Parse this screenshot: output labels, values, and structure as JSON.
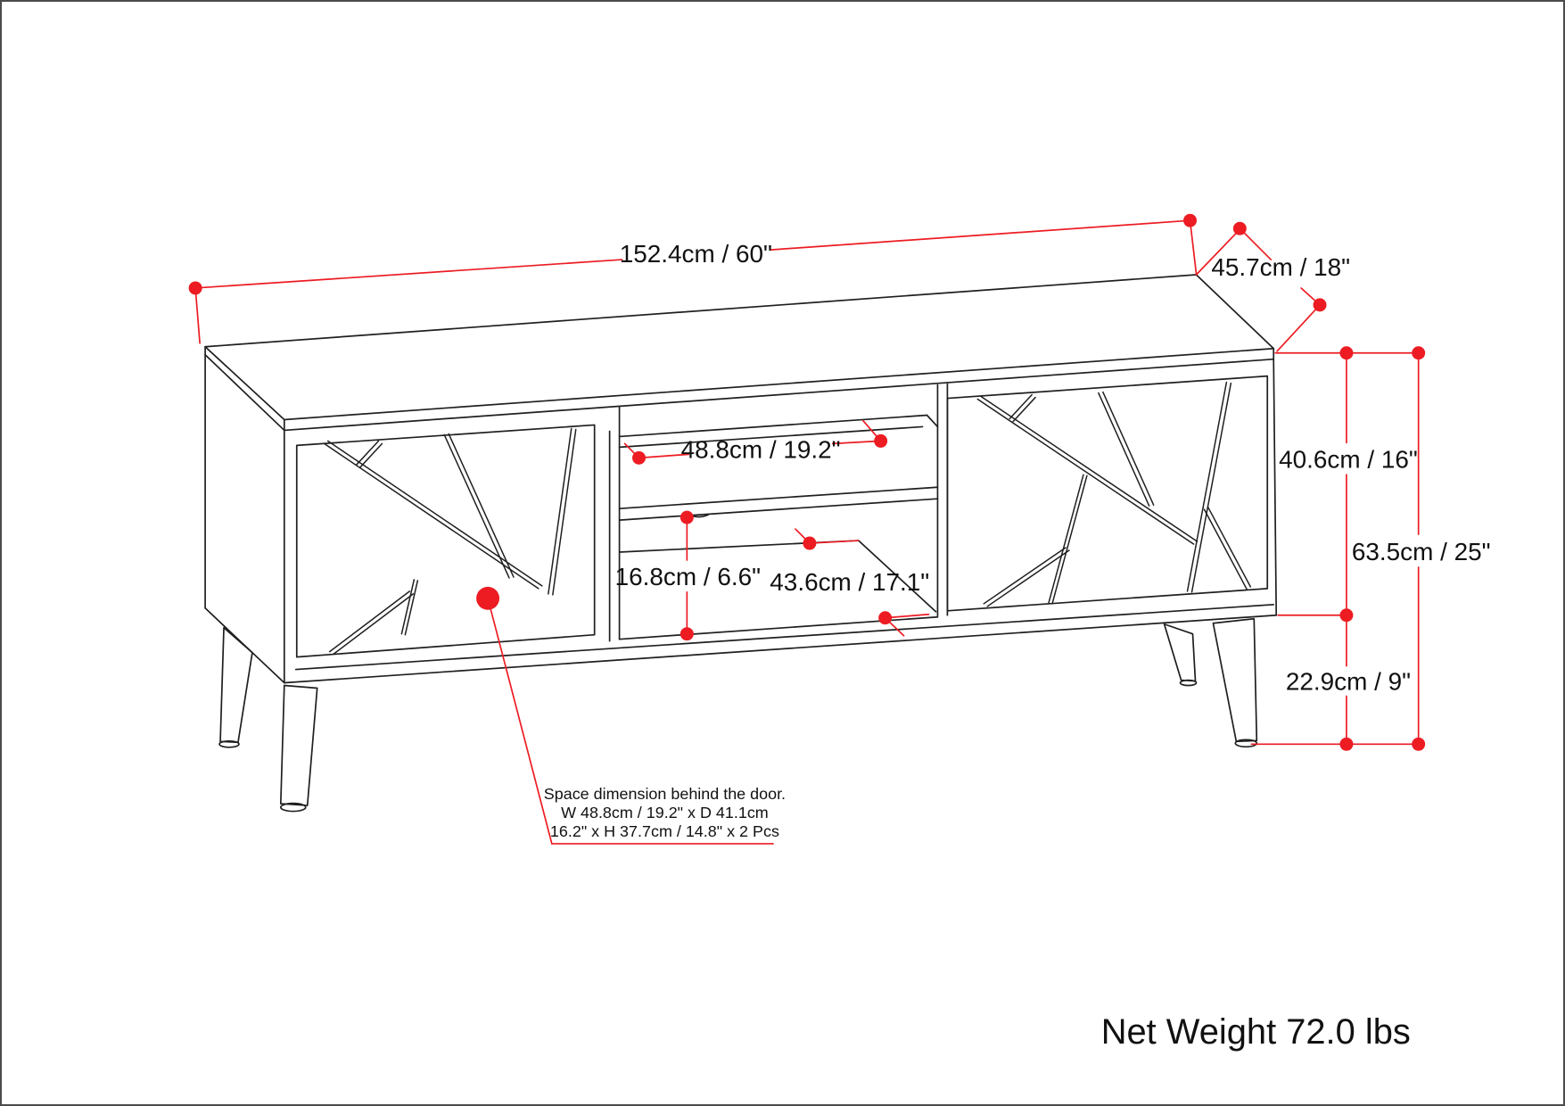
{
  "colors": {
    "line": "#1f1f1f",
    "dimension": "#ec1c22",
    "canvas": "#ffffff",
    "frame": "#4b4b4b"
  },
  "dimensions": {
    "overall_width": "152.4cm / 60\"",
    "overall_depth": "45.7cm / 18\"",
    "cabinet_height": "40.6cm / 16\"",
    "overall_height": "63.5cm / 25\"",
    "leg_height": "22.9cm / 9\"",
    "shelf_width": "48.8cm / 19.2\"",
    "shelf_gap_height": "16.8cm / 6.6\"",
    "interior_depth": "43.6cm / 17.1\""
  },
  "door_note": {
    "line1": "Space dimension behind the door.",
    "line2": "W 48.8cm / 19.2\" x D 41.1cm",
    "line3": "16.2\" x H 37.7cm / 14.8\" x 2 Pcs"
  },
  "net_weight": "Net Weight 72.0 lbs"
}
